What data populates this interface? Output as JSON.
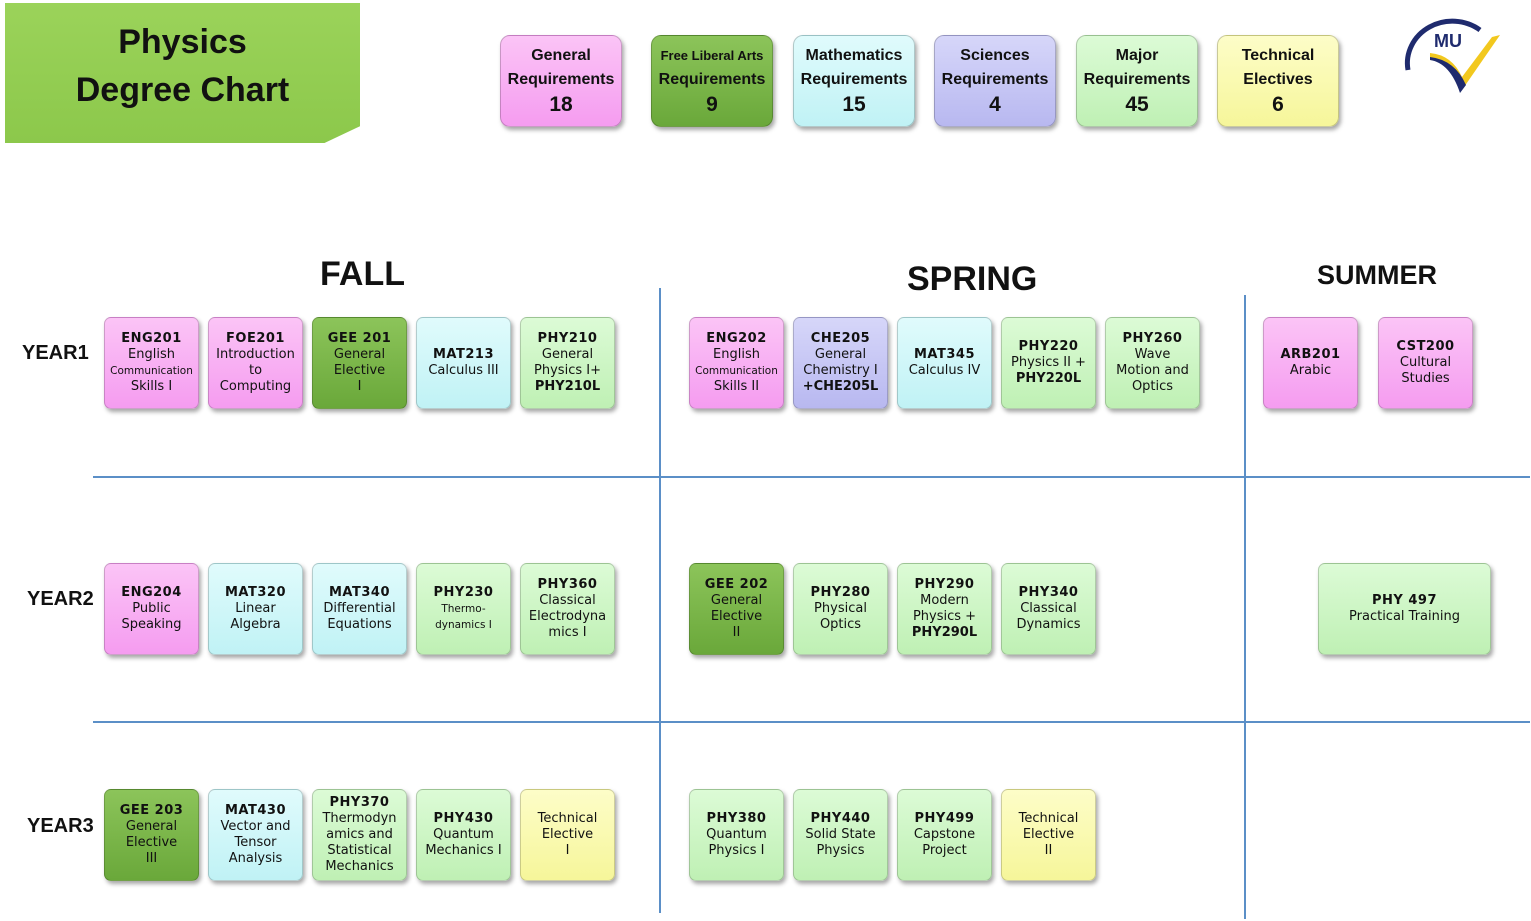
{
  "title": {
    "line1": "Physics",
    "line2": "Degree Chart"
  },
  "logo": {
    "text": "MU"
  },
  "legend": [
    {
      "type": "pink",
      "line1": "General",
      "line2": "Requirements",
      "credits": "18"
    },
    {
      "type": "dgreen",
      "line1": "Free Liberal Arts",
      "line2": "Requirements",
      "credits": "9"
    },
    {
      "type": "cyan",
      "line1": "Mathematics",
      "line2": "Requirements",
      "credits": "15"
    },
    {
      "type": "lav",
      "line1": "Sciences",
      "line2": "Requirements",
      "credits": "4"
    },
    {
      "type": "lgreen",
      "line1": "Major",
      "line2": "Requirements",
      "credits": "45"
    },
    {
      "type": "yellow",
      "line1": "Technical",
      "line2": "Electives",
      "credits": "6"
    }
  ],
  "semesters": {
    "fall": "FALL",
    "spring": "SPRING",
    "summer": "SUMMER"
  },
  "years": [
    "YEAR1",
    "YEAR2",
    "YEAR3"
  ],
  "courses": [
    {
      "sem": "fall",
      "year": 0,
      "col": 0,
      "type": "pink",
      "code": "ENG201",
      "lines": [
        "English",
        "Communication",
        "Skills I"
      ],
      "tiny": [
        1
      ]
    },
    {
      "sem": "fall",
      "year": 0,
      "col": 1,
      "type": "pink",
      "code": "FOE201",
      "lines": [
        "Introduction",
        "to",
        "Computing"
      ]
    },
    {
      "sem": "fall",
      "year": 0,
      "col": 2,
      "type": "dgreen",
      "code": "GEE 201",
      "lines": [
        "General",
        "Elective",
        "I"
      ]
    },
    {
      "sem": "fall",
      "year": 0,
      "col": 3,
      "type": "cyan",
      "code": "MAT213",
      "lines": [
        "Calculus III"
      ]
    },
    {
      "sem": "fall",
      "year": 0,
      "col": 4,
      "type": "lgreen",
      "code": "PHY210",
      "lines": [
        "General",
        "Physics I+"
      ],
      "lab": "PHY210L"
    },
    {
      "sem": "spring",
      "year": 0,
      "col": 0,
      "type": "pink",
      "code": "ENG202",
      "lines": [
        "English",
        "Communication",
        "Skills II"
      ],
      "tiny": [
        1
      ]
    },
    {
      "sem": "spring",
      "year": 0,
      "col": 1,
      "type": "lav",
      "code": "CHE205",
      "lines": [
        "General",
        "Chemistry I"
      ],
      "lab": "+CHE205L"
    },
    {
      "sem": "spring",
      "year": 0,
      "col": 2,
      "type": "cyan",
      "code": "MAT345",
      "lines": [
        "Calculus IV"
      ]
    },
    {
      "sem": "spring",
      "year": 0,
      "col": 3,
      "type": "lgreen",
      "code": "PHY220",
      "lines": [
        "Physics II +"
      ],
      "lab": "PHY220L"
    },
    {
      "sem": "spring",
      "year": 0,
      "col": 4,
      "type": "lgreen",
      "code": "PHY260",
      "lines": [
        "Wave",
        "Motion and",
        "Optics"
      ]
    },
    {
      "sem": "summer",
      "year": 0,
      "col": 0,
      "type": "pink",
      "code": "ARB201",
      "lines": [
        "Arabic"
      ]
    },
    {
      "sem": "summer",
      "year": 0,
      "col": 1,
      "type": "pink",
      "code": "CST200",
      "lines": [
        "Cultural",
        "Studies"
      ]
    },
    {
      "sem": "fall",
      "year": 1,
      "col": 0,
      "type": "pink",
      "code": "ENG204",
      "lines": [
        "Public",
        "Speaking"
      ]
    },
    {
      "sem": "fall",
      "year": 1,
      "col": 1,
      "type": "cyan",
      "code": "MAT320",
      "lines": [
        "Linear",
        "Algebra"
      ]
    },
    {
      "sem": "fall",
      "year": 1,
      "col": 2,
      "type": "cyan",
      "code": "MAT340",
      "lines": [
        "Differential",
        "Equations"
      ]
    },
    {
      "sem": "fall",
      "year": 1,
      "col": 3,
      "type": "lgreen",
      "code": "PHY230",
      "lines": [
        "Thermo-",
        "dynamics I"
      ],
      "tiny": [
        0,
        1
      ]
    },
    {
      "sem": "fall",
      "year": 1,
      "col": 4,
      "type": "lgreen",
      "code": "PHY360",
      "lines": [
        "Classical",
        "Electrodyna",
        "mics I"
      ]
    },
    {
      "sem": "spring",
      "year": 1,
      "col": 0,
      "type": "dgreen",
      "code": "GEE 202",
      "lines": [
        "General",
        "Elective",
        "II"
      ]
    },
    {
      "sem": "spring",
      "year": 1,
      "col": 1,
      "type": "lgreen",
      "code": "PHY280",
      "lines": [
        "Physical",
        "Optics"
      ]
    },
    {
      "sem": "spring",
      "year": 1,
      "col": 2,
      "type": "lgreen",
      "code": "PHY290",
      "lines": [
        "Modern",
        "Physics  +"
      ],
      "lab": "PHY290L"
    },
    {
      "sem": "spring",
      "year": 1,
      "col": 3,
      "type": "lgreen",
      "code": "PHY340",
      "lines": [
        "Classical",
        "Dynamics"
      ]
    },
    {
      "sem": "summer",
      "year": 1,
      "col": 0,
      "type": "lgreen",
      "code": "PHY 497",
      "lines": [
        "Practical Training"
      ],
      "wide": true
    },
    {
      "sem": "fall",
      "year": 2,
      "col": 0,
      "type": "dgreen",
      "code": "GEE 203",
      "lines": [
        "General",
        "Elective",
        "III"
      ]
    },
    {
      "sem": "fall",
      "year": 2,
      "col": 1,
      "type": "cyan",
      "code": "MAT430",
      "lines": [
        "Vector and",
        "Tensor",
        "Analysis"
      ]
    },
    {
      "sem": "fall",
      "year": 2,
      "col": 2,
      "type": "lgreen",
      "code": "PHY370",
      "lines": [
        "Thermodyn",
        "amics and",
        "Statistical",
        "Mechanics"
      ]
    },
    {
      "sem": "fall",
      "year": 2,
      "col": 3,
      "type": "lgreen",
      "code": "PHY430",
      "lines": [
        "Quantum",
        "Mechanics I"
      ]
    },
    {
      "sem": "fall",
      "year": 2,
      "col": 4,
      "type": "yellow",
      "code": "",
      "lines": [
        "Technical",
        "Elective",
        "I"
      ]
    },
    {
      "sem": "spring",
      "year": 2,
      "col": 0,
      "type": "lgreen",
      "code": "PHY380",
      "lines": [
        "Quantum",
        "Physics I"
      ]
    },
    {
      "sem": "spring",
      "year": 2,
      "col": 1,
      "type": "lgreen",
      "code": "PHY440",
      "lines": [
        "Solid State",
        "Physics"
      ]
    },
    {
      "sem": "spring",
      "year": 2,
      "col": 2,
      "type": "lgreen",
      "code": "PHY499",
      "lines": [
        "Capstone",
        "Project"
      ]
    },
    {
      "sem": "spring",
      "year": 2,
      "col": 3,
      "type": "yellow",
      "code": "",
      "lines": [
        "Technical",
        "Elective",
        "II"
      ]
    }
  ]
}
